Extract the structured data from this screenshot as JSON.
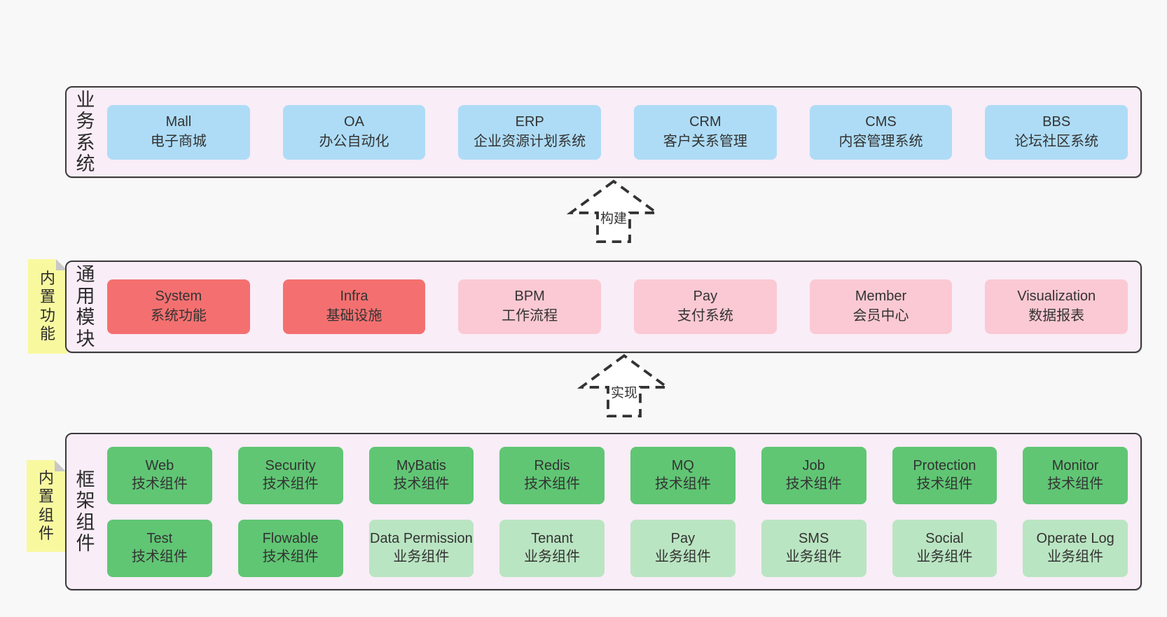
{
  "colors": {
    "page-bg": "#f8f8f8",
    "panel-bg": "#f9edf7",
    "line": "#3a3a3a",
    "blue": "#aedcf6",
    "red": "#f47070",
    "pink": "#fbc9d3",
    "green": "#60c674",
    "lgreen": "#bae5c2",
    "note-yellow": "#f8f99f",
    "fold-gray": "#c8c8c8"
  },
  "arrows": [
    {
      "label": "构建"
    },
    {
      "label": "实现"
    }
  ],
  "notes": [
    {
      "label": "内置功能"
    },
    {
      "label": "内置组件"
    }
  ],
  "sections": [
    {
      "label": "业务系统",
      "boxes": [
        {
          "name": "Mall",
          "desc": "电子商城",
          "variant": "blue"
        },
        {
          "name": "OA",
          "desc": "办公自动化",
          "variant": "blue"
        },
        {
          "name": "ERP",
          "desc": "企业资源计划系统",
          "variant": "blue"
        },
        {
          "name": "CRM",
          "desc": "客户关系管理",
          "variant": "blue"
        },
        {
          "name": "CMS",
          "desc": "内容管理系统",
          "variant": "blue"
        },
        {
          "name": "BBS",
          "desc": "论坛社区系统",
          "variant": "blue"
        }
      ]
    },
    {
      "label": "通用模块",
      "boxes": [
        {
          "name": "System",
          "desc": "系统功能",
          "variant": "red"
        },
        {
          "name": "Infra",
          "desc": "基础设施",
          "variant": "red"
        },
        {
          "name": "BPM",
          "desc": "工作流程",
          "variant": "pink"
        },
        {
          "name": "Pay",
          "desc": "支付系统",
          "variant": "pink"
        },
        {
          "name": "Member",
          "desc": "会员中心",
          "variant": "pink"
        },
        {
          "name": "Visualization",
          "desc": "数据报表",
          "variant": "pink"
        }
      ]
    },
    {
      "label": "框架组件",
      "rows": [
        [
          {
            "name": "Web",
            "desc": "技术组件",
            "variant": "green"
          },
          {
            "name": "Security",
            "desc": "技术组件",
            "variant": "green"
          },
          {
            "name": "MyBatis",
            "desc": "技术组件",
            "variant": "green"
          },
          {
            "name": "Redis",
            "desc": "技术组件",
            "variant": "green"
          },
          {
            "name": "MQ",
            "desc": "技术组件",
            "variant": "green"
          },
          {
            "name": "Job",
            "desc": "技术组件",
            "variant": "green"
          },
          {
            "name": "Protection",
            "desc": "技术组件",
            "variant": "green"
          },
          {
            "name": "Monitor",
            "desc": "技术组件",
            "variant": "green"
          }
        ],
        [
          {
            "name": "Test",
            "desc": "技术组件",
            "variant": "green"
          },
          {
            "name": "Flowable",
            "desc": "技术组件",
            "variant": "green"
          },
          {
            "name": "Data Permission",
            "desc": "业务组件",
            "variant": "lgreen"
          },
          {
            "name": "Tenant",
            "desc": "业务组件",
            "variant": "lgreen"
          },
          {
            "name": "Pay",
            "desc": "业务组件",
            "variant": "lgreen"
          },
          {
            "name": "SMS",
            "desc": "业务组件",
            "variant": "lgreen"
          },
          {
            "name": "Social",
            "desc": "业务组件",
            "variant": "lgreen"
          },
          {
            "name": "Operate Log",
            "desc": "业务组件",
            "variant": "lgreen"
          }
        ]
      ]
    }
  ]
}
